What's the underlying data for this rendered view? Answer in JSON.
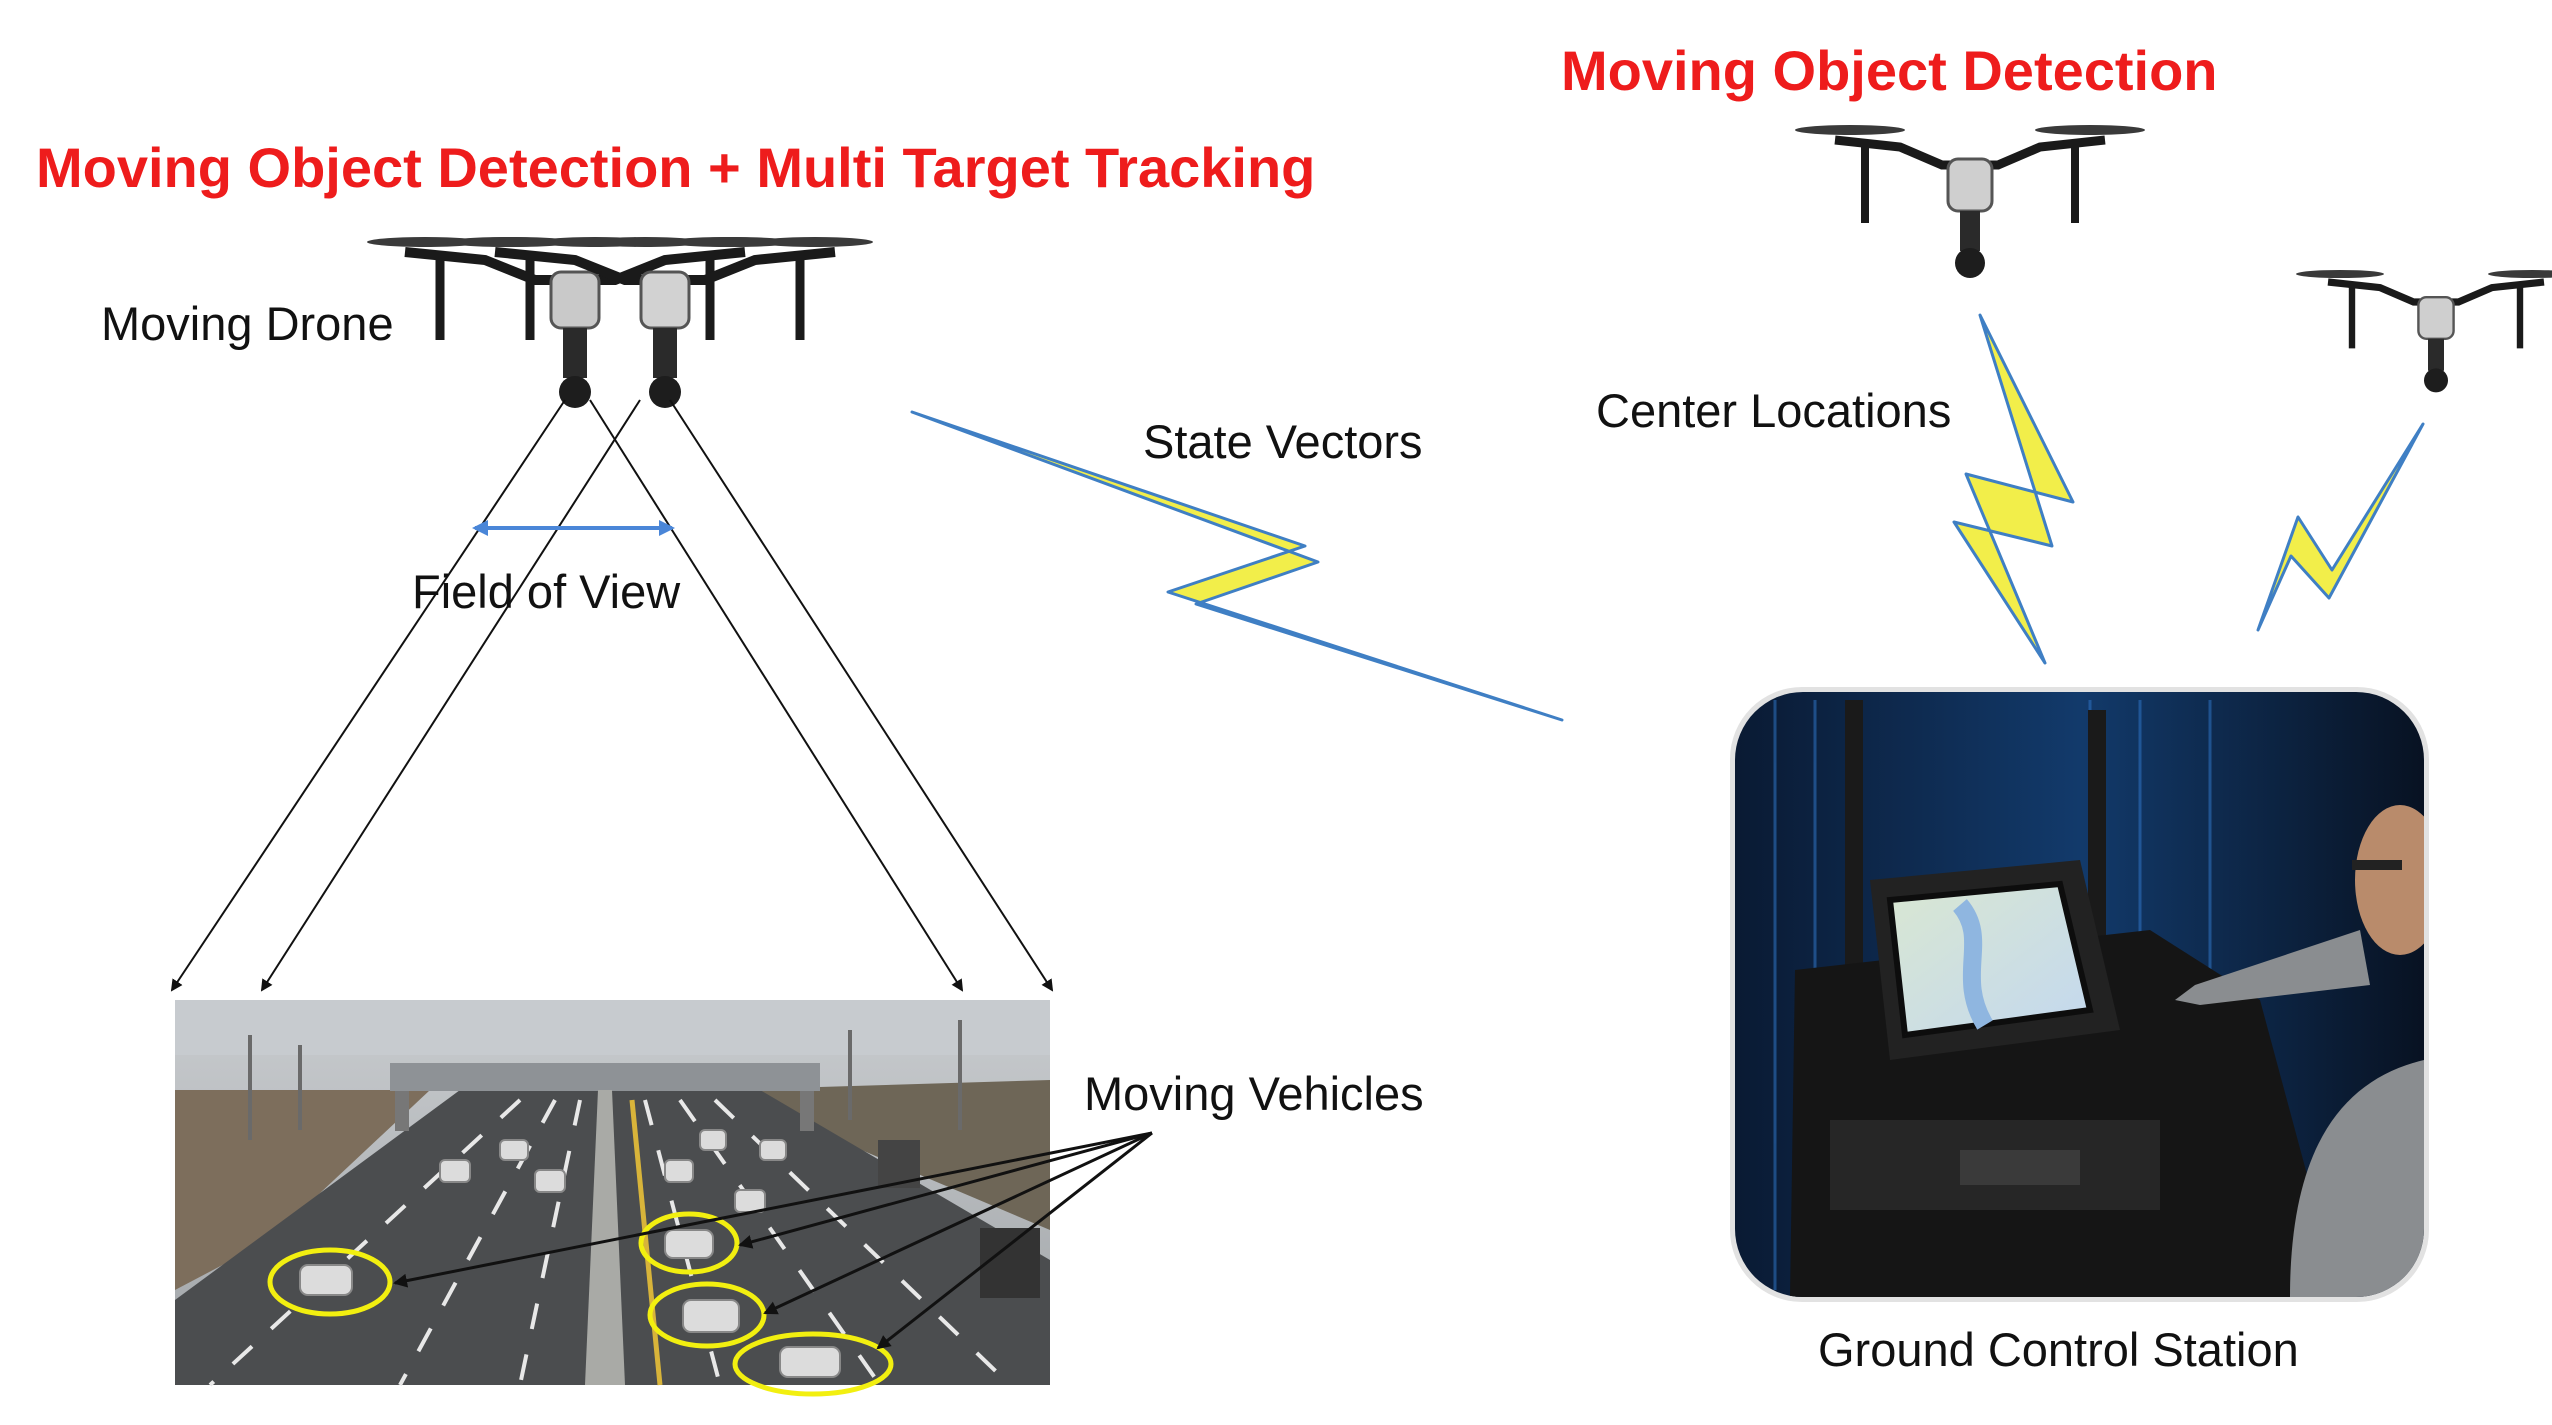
{
  "left_title": "Moving Object Detection + Multi Target Tracking",
  "right_title": "Moving Object Detection",
  "labels": {
    "moving_drone": "Moving Drone",
    "field_of_view": "Field of View",
    "state_vectors": "State Vectors",
    "center_locations": "Center Locations",
    "moving_vehicles": "Moving Vehicles",
    "ground_control_station": "Ground Control Station"
  },
  "colors": {
    "title_red": "#ee1c1c",
    "bolt_yellow": "#f2ee4a",
    "bolt_outline": "#3f7fc4",
    "fov_arrow": "#4a86d8",
    "highlight_ellipse": "#f2ef10",
    "road": "#4b4d4f",
    "console_bg": "#0b1526"
  },
  "icons": [
    "drone-icon",
    "lightning-bolt-icon",
    "highway-photo",
    "ground-station-photo"
  ]
}
